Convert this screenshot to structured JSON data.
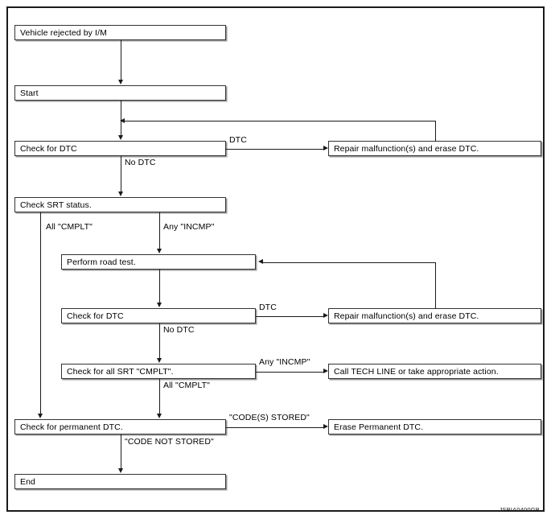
{
  "figure": {
    "id_code": "JSBIA0400GB"
  },
  "nodes": {
    "vehicle_rejected": "Vehicle rejected by I/M",
    "start": "Start",
    "check_dtc_1": "Check for DTC",
    "repair_1": "Repair malfunction(s) and erase DTC.",
    "check_srt_status": "Check SRT status.",
    "perform_road_test": "Perform road test.",
    "check_dtc_2": "Check for DTC",
    "repair_2": "Repair malfunction(s) and erase DTC.",
    "check_all_srt": "Check for all SRT \"CMPLT\".",
    "call_tech_line": "Call TECH LINE or take appropriate action.",
    "check_permanent_dtc": "Check for permanent DTC.",
    "erase_permanent_dtc": "Erase Permanent DTC.",
    "end": "End"
  },
  "edge_labels": {
    "dtc_1": "DTC",
    "no_dtc_1": "No DTC",
    "all_cmplt_1": "All \"CMPLT\"",
    "any_incmp_1": "Any \"INCMP\"",
    "dtc_2": "DTC",
    "no_dtc_2": "No DTC",
    "any_incmp_2": "Any \"INCMP\"",
    "all_cmplt_2": "All \"CMPLT\"",
    "codes_stored": "\"CODE(S) STORED\"",
    "code_not_stored": "\"CODE NOT STORED\""
  }
}
